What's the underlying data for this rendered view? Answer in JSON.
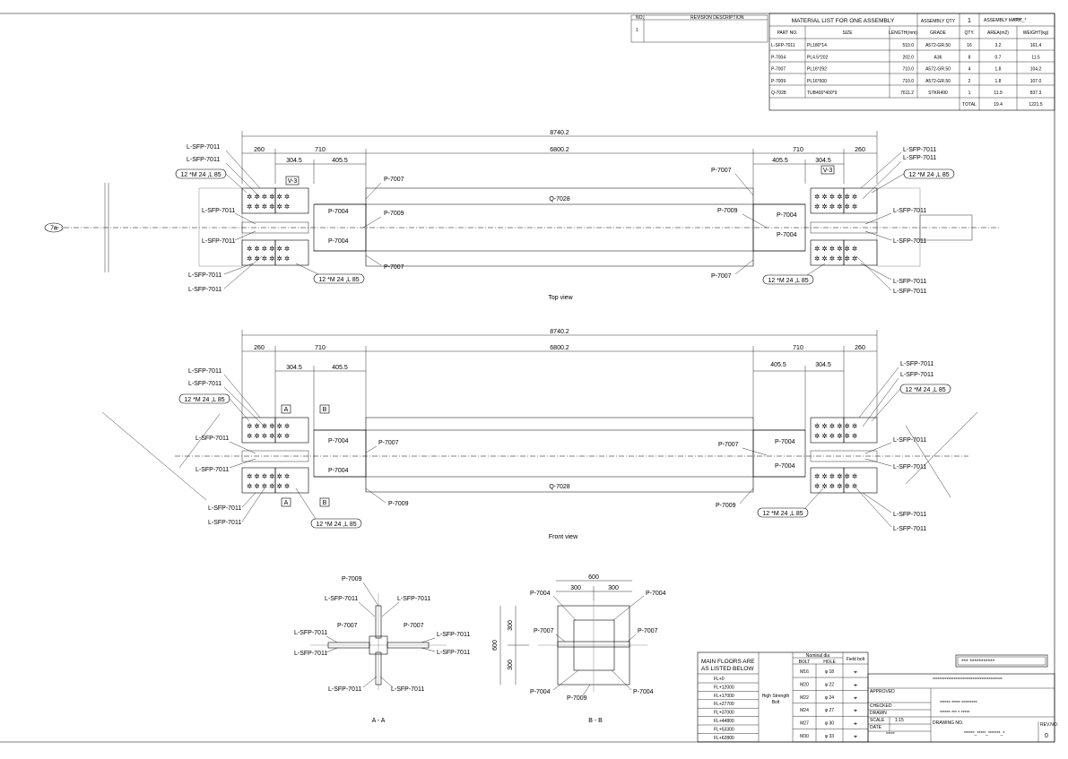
{
  "revision_table": {
    "col_no": "NO.",
    "col_desc": "REVISION DESCRIPTION",
    "row_no": "1"
  },
  "material_list": {
    "title": "MATERIAL LIST FOR ONE ASSEMBLY",
    "assembly_qty_label": "ASSEMBLY QTY",
    "assembly_qty": "1",
    "assembly_mark_label": "ASSEMBLY MARK",
    "assembly_mark": "*****_*",
    "headers": [
      "PART NO.",
      "SIZE",
      "LENGTH(mm)",
      "GRADE",
      "QTY.",
      "AREA(m2)",
      "WEIGHT(kg)"
    ],
    "rows": [
      [
        "L-SFP-7011",
        "PL180*14",
        "510.0",
        "A572-GR.50",
        "16",
        "3.2",
        "161.4"
      ],
      [
        "P-7004",
        "PL4.5*202",
        "202.0",
        "A36",
        "8",
        "0.7",
        "11.5"
      ],
      [
        "P-7007",
        "PL16*292",
        "710.0",
        "A572-GR.50",
        "4",
        "1.8",
        "104.2"
      ],
      [
        "P-7009",
        "PL16*600",
        "710.0",
        "A572-GR.50",
        "2",
        "1.8",
        "107.0"
      ],
      [
        "Q-7028",
        "TUB400*400*9",
        "7611.2",
        "STKR490",
        "1",
        "11.9",
        "837.3"
      ]
    ],
    "total_label": "TOTAL",
    "total_area": "19.4",
    "total_weight": "1221.5"
  },
  "labels": {
    "overall": "8740.2",
    "d260": "260",
    "d710": "710",
    "d6800": "6800.2",
    "d304": "304.5",
    "d405": "405.5",
    "sfp": "L-SFP-7011",
    "bolt_note": "12 *M 24 ,L 85",
    "v3": "V-3",
    "p7007": "P-7007",
    "p7004": "P-7004",
    "p7009": "P-7009",
    "q7028": "Q-7028",
    "grid": "7a",
    "sec_a": "A",
    "sec_b": "B",
    "d600": "600",
    "d300": "300"
  },
  "views": {
    "top": "Top view",
    "front": "Front view",
    "aa": "A - A",
    "bb": "B - B"
  },
  "floors": {
    "title1": "MAIN FLOORS ARE",
    "title2": "AS LISTED BELOW",
    "items": [
      "FL+0",
      "FL+12000",
      "FL+17000",
      "FL+27700",
      "FL+37000",
      "FL+44800",
      "FL+53300",
      "FL+62800"
    ]
  },
  "bolt_table": {
    "nominal": "Nominal dia",
    "bolt": "BOLT",
    "hole": "HOLE",
    "field": "Field bolt",
    "hs1": "High Strength",
    "hs2": "Bolt",
    "rows": [
      [
        "M16",
        "φ 18"
      ],
      [
        "M20",
        "φ 22"
      ],
      [
        "M22",
        "φ 24"
      ],
      [
        "M24",
        "φ 27"
      ],
      [
        "M27",
        "φ 30"
      ],
      [
        "M30",
        "φ 33"
      ]
    ]
  },
  "title_block": {
    "project": "*** ***********",
    "company": "****************************************",
    "line1": "****** ***** *********",
    "line2": "****** *** * *****",
    "approved": "APPROVED",
    "checked": "CHECKED",
    "drawn": "DRAWN",
    "scale_label": "SCALE",
    "scale": "1:15",
    "date_label": "DATE",
    "date": "*****",
    "dwg_no_label": "DRAWING NO.",
    "dwg_no": "******_*****_*******_*",
    "rev_label": "REV.NO.",
    "rev": "0"
  }
}
